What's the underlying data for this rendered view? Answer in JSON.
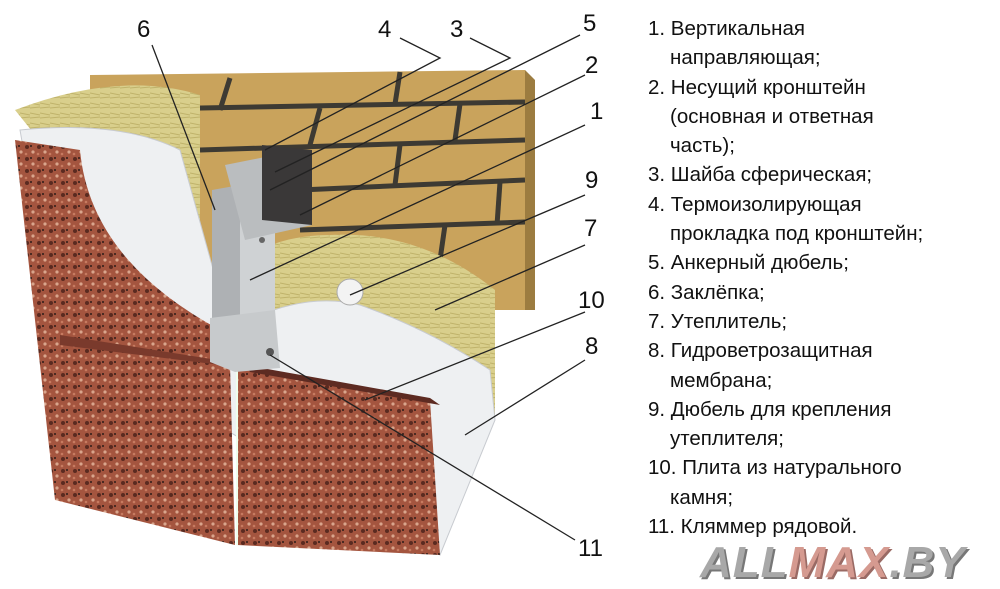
{
  "callouts": {
    "c1": "1",
    "c2": "2",
    "c3": "3",
    "c4": "4",
    "c5": "5",
    "c6": "6",
    "c7": "7",
    "c8": "8",
    "c9": "9",
    "c10": "10",
    "c11": "11"
  },
  "legend": [
    [
      "1. Вертикальная",
      "направляющая;"
    ],
    [
      "2. Несущий кронштейн",
      "(основная и ответная",
      "часть);"
    ],
    [
      "3. Шайба сферическая;"
    ],
    [
      "4. Термоизолирующая",
      "прокладка под кронштейн;"
    ],
    [
      "5. Анкерный дюбель;"
    ],
    [
      "6. Заклёпка;"
    ],
    [
      "7. Утеплитель;"
    ],
    [
      "8. Гидроветрозащитная",
      "мембрана;"
    ],
    [
      "9. Дюбель для крепления",
      "утеплителя;"
    ],
    [
      "10. Плита из натурального",
      "камня;"
    ],
    [
      "11. Кляммер рядовой."
    ]
  ],
  "logo": {
    "part1": "ALL",
    "part2": "MAX",
    "part3": ".BY"
  },
  "colors": {
    "brick": "#c9a35c",
    "mortar": "#3d3a33",
    "insulation": "#d8cf8e",
    "membrane": "#eef0f2",
    "granite": "#a0523e",
    "metal": "#b9bcbf"
  }
}
